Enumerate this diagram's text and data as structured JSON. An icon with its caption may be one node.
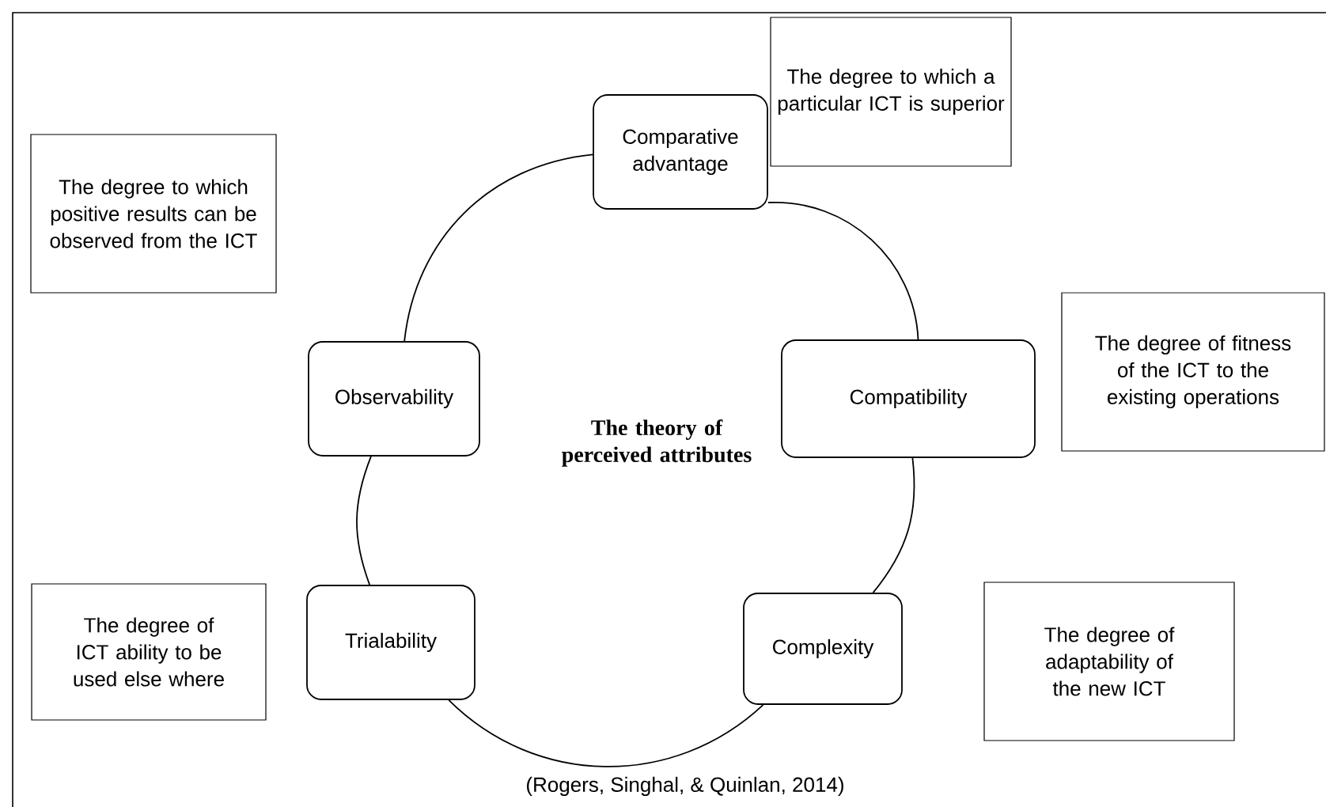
{
  "diagram": {
    "caption": "(Rogers, Singhal, & Quinlan, 2014)",
    "nodes": [
      {
        "text": [
          "Comparative advantage"
        ]
      },
      {
        "text": [
          "Compatibility"
        ]
      },
      {
        "text": [
          "Complexity"
        ]
      },
      {
        "text": [
          "Trialability"
        ]
      },
      {
        "text": [
          "Observability"
        ]
      },
      {
        "text": [
          "The degree to which a particular ICT is superior"
        ]
      },
      {
        "text": [
          "The degree of fitness of the ICT to the existing operations"
        ]
      },
      {
        "text": [
          "The degree of adaptability of the new ICT"
        ]
      },
      {
        "text": [
          "The degree of ICT ability to be used else where"
        ]
      },
      {
        "text": [
          "The degree to which positive results can be observed from the ICT"
        ]
      }
    ],
    "edges": [
      {
        "from": 0,
        "to": 1,
        "arrow": "none"
      },
      {
        "from": 1,
        "to": 2,
        "arrow": "none"
      },
      {
        "from": 2,
        "to": 3,
        "arrow": "none"
      },
      {
        "from": 3,
        "to": 4,
        "arrow": "none"
      },
      {
        "from": 4,
        "to": 0,
        "arrow": "none"
      }
    ],
    "labels": [
      "The theory of perceived attributes"
    ]
  }
}
